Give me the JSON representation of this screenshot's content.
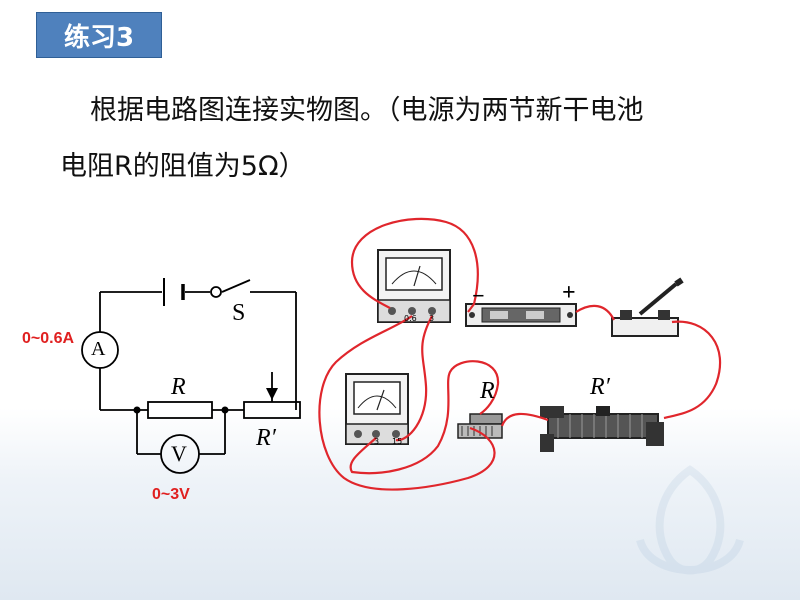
{
  "slide": {
    "tag": "练习3",
    "line1": "根据电路图连接实物图。（电源为两节新干电池",
    "line2": "电阻R的阻值为5Ω）"
  },
  "circuit": {
    "ammeter_range": "0~0.6A",
    "voltmeter_range": "0~3V",
    "ammeter_symbol": "A",
    "voltmeter_symbol": "V",
    "switch_label": "S",
    "resistor_label": "R",
    "rheostat_label": "R′"
  },
  "photo": {
    "minus": "−",
    "plus": "+",
    "resistor_label": "R",
    "rheostat_label": "R′",
    "ammeter_ticks": [
      "0.6",
      "3"
    ],
    "voltmeter_ticks": [
      "3",
      "15"
    ]
  },
  "colors": {
    "wire": "#e0262c",
    "accent": "#4f81bd",
    "label_red": "#e02020"
  }
}
